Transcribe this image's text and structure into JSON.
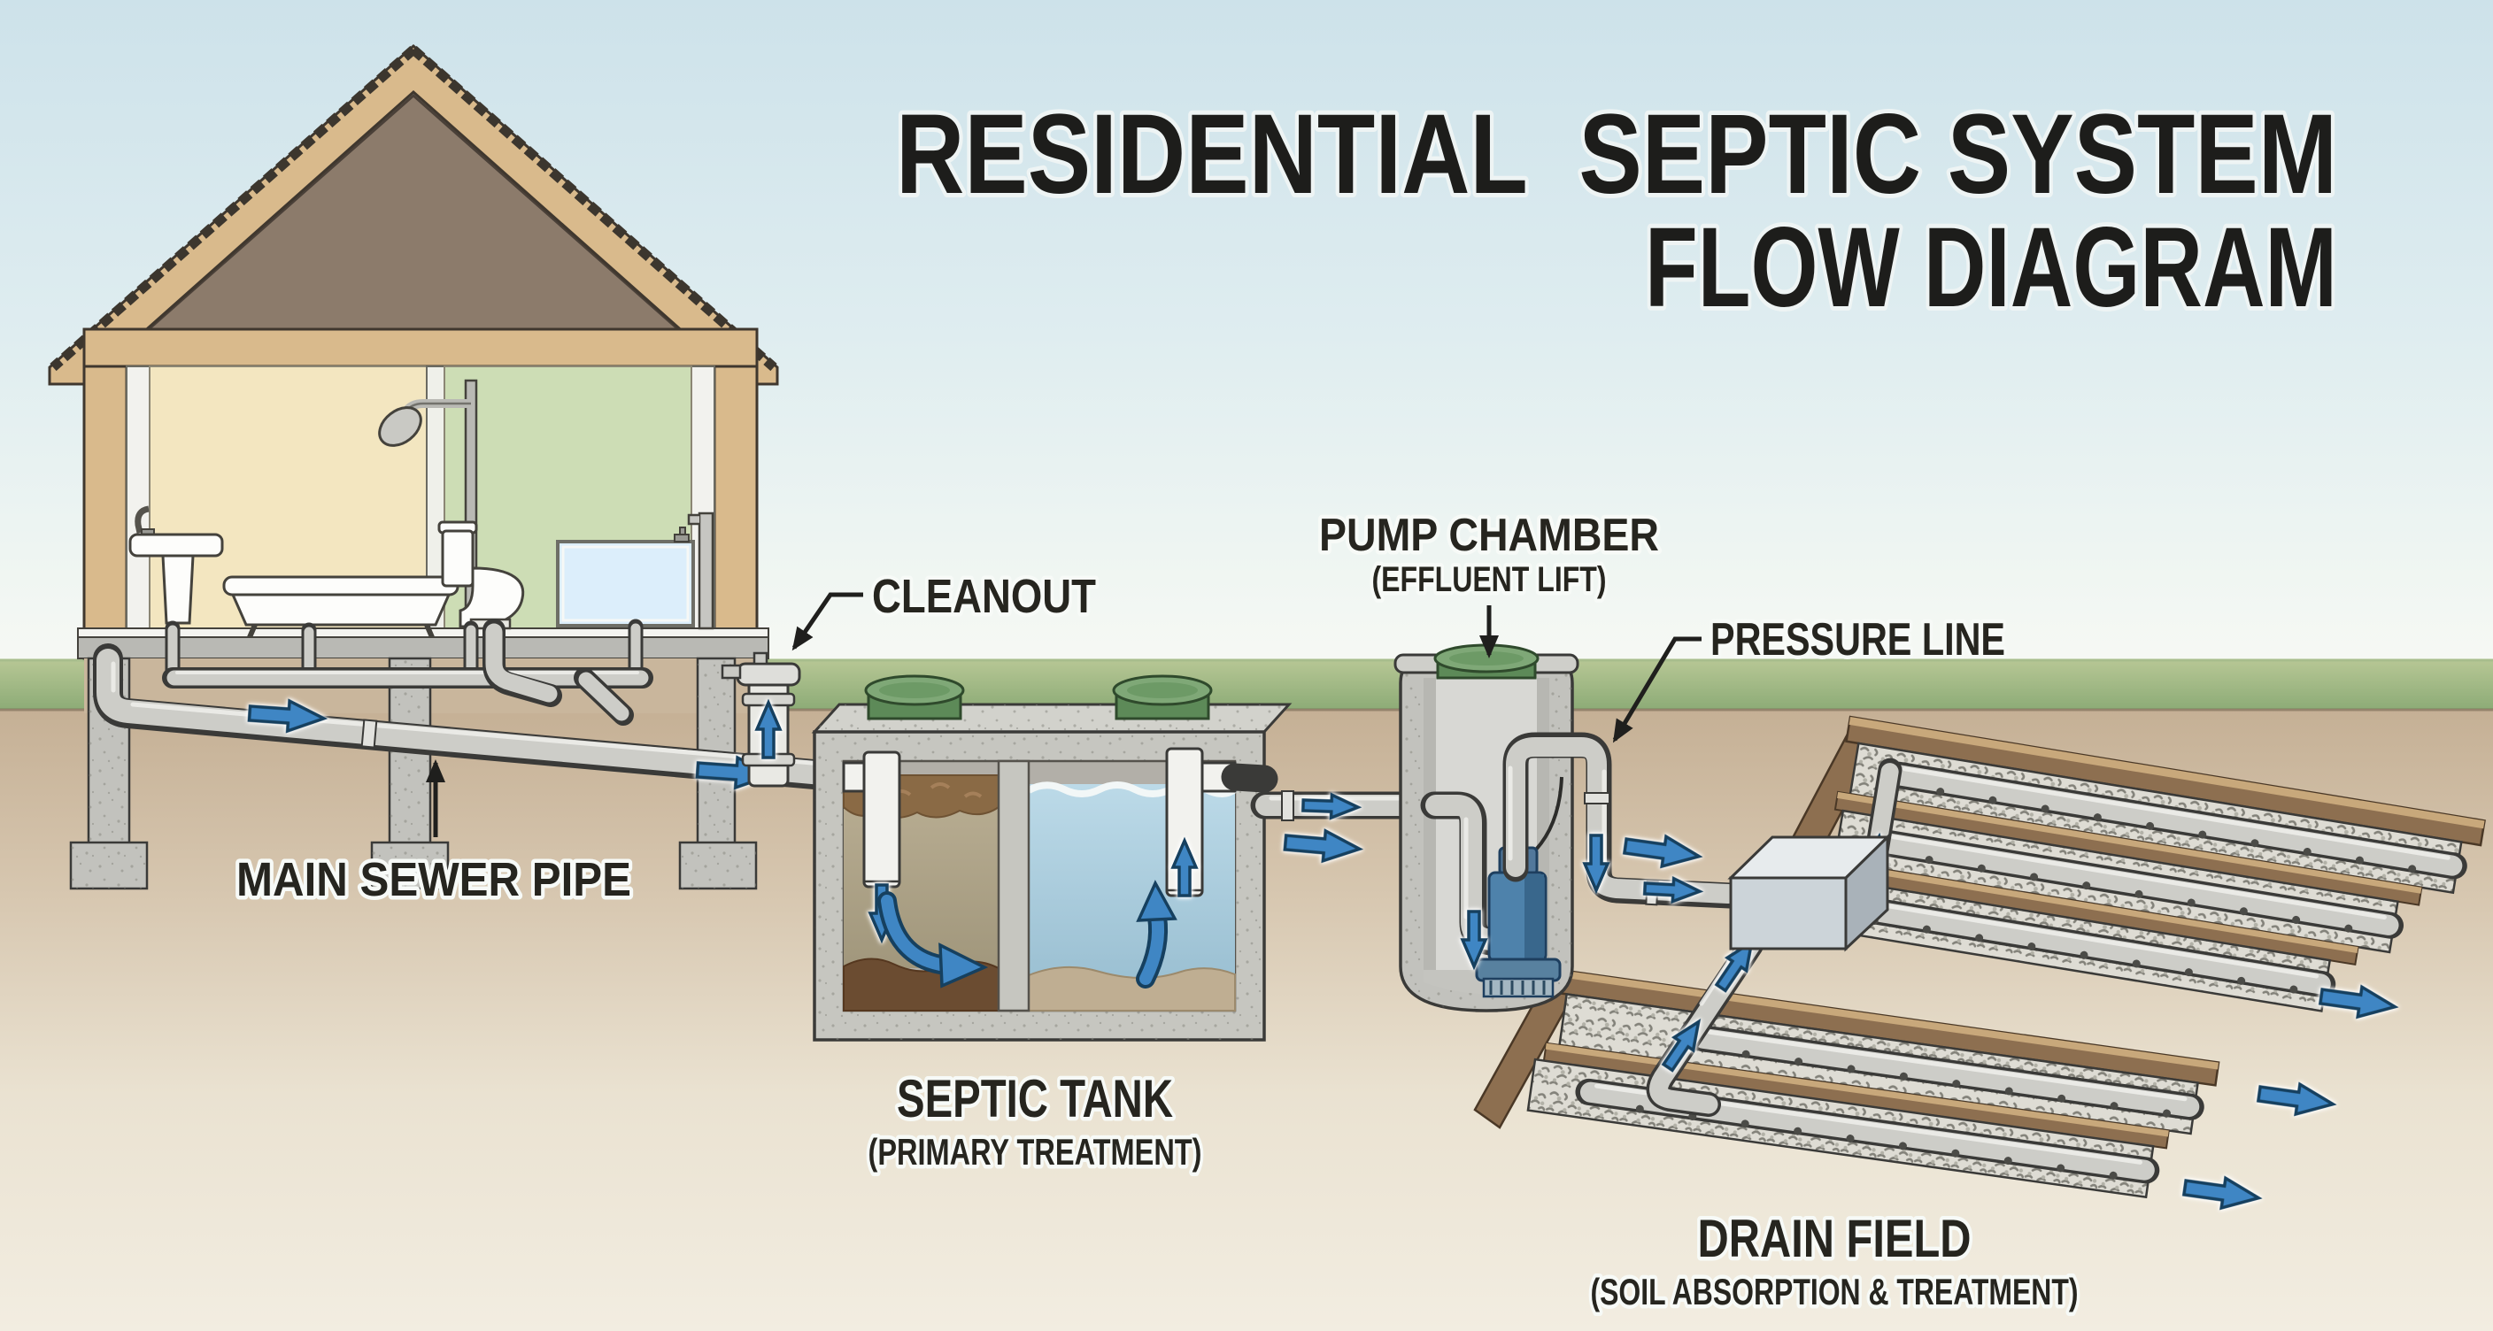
{
  "title": {
    "line1": "RESIDENTIAL  SEPTIC SYSTEM",
    "line2": "FLOW DIAGRAM"
  },
  "labels": {
    "cleanout": "CLEANOUT",
    "main_sewer_pipe": "MAIN SEWER PIPE",
    "septic_tank": "SEPTIC TANK",
    "septic_tank_sub": "(PRIMARY TREATMENT)",
    "pump_chamber": "PUMP CHAMBER",
    "pump_chamber_sub": "(EFFLUENT LIFT)",
    "pressure_line": "PRESSURE LINE",
    "drain_field": "DRAIN FIELD",
    "drain_field_sub": "(SOIL ABSORPTION & TREATMENT)"
  },
  "colors": {
    "flow_arrow": "#3f86c4",
    "sky": "#cfe4ea",
    "grass": "#97b07e",
    "soil": "#c9b49a",
    "concrete": "#c6c6c0",
    "lid_green": "#7fa877",
    "pump_blue": "#4e82ab",
    "roof_tan": "#d9ba8c",
    "attic_brown": "#8c7b6b",
    "room_left": "#f3e6c0",
    "room_right": "#cdddb5"
  }
}
